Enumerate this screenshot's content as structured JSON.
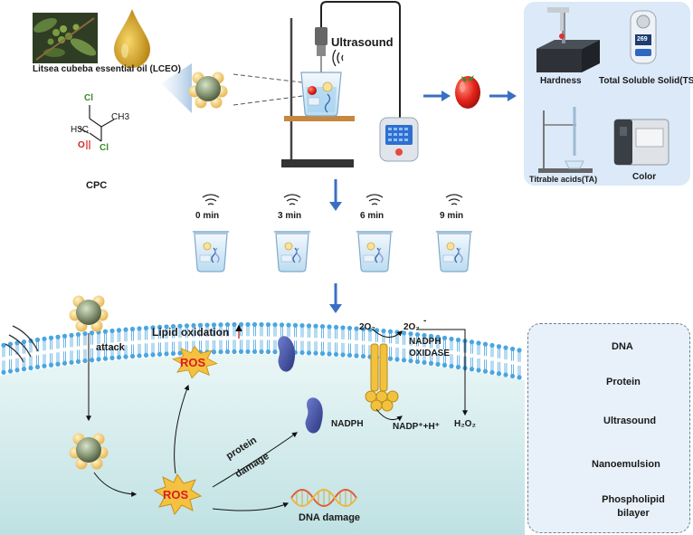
{
  "top_left": {
    "lceo_label": "Litsea cubeba essential oil (LCEO)",
    "cpc_label": "CPC",
    "cpc_atoms": {
      "cl_top": "Cl",
      "h3c_top": "H3C",
      "ch3": "CH3",
      "o": "O",
      "cl_bottom": "Cl"
    }
  },
  "center_top": {
    "ultrasound_label": "Ultrasound"
  },
  "evaluation_panel": {
    "hardness": "Hardness",
    "tss": "Total Soluble Solid(TSS)",
    "ta": "Titrable acids(TA)",
    "color": "Color",
    "meter_reading": "269"
  },
  "timepoints": [
    "0 min",
    "3 min",
    "6 min",
    "9 min"
  ],
  "membrane": {
    "attack": "attack",
    "lipid_oxidation": "Lipid oxidation",
    "ros_top": "ROS",
    "ros_bottom": "ROS",
    "protein_damage_1": "protein",
    "protein_damage_2": "damage",
    "dna_damage": "DNA damage",
    "o2_in": "2O₂",
    "o2_out": "2O₂",
    "o2_charge": "-",
    "nadph_oxidase_1": "NADPH",
    "nadph_oxidase_2": "OXIDASE",
    "nadph": "NADPH",
    "nadp": "NADP⁺+H⁺",
    "h2o2": "H₂O₂"
  },
  "legend": {
    "items": [
      "DNA",
      "Protein",
      "Ultrasound",
      "Nanoemulsion",
      "Phospholipid bilayer"
    ],
    "phospholipid_1": "Phospholipid",
    "phospholipid_2": "bilayer"
  },
  "colors": {
    "arrow_blue": "#3a6fc4",
    "ros_fill": "#f4c141",
    "ros_text": "#d81e1e",
    "protein": "#3d4fa0",
    "cytoplasm": "#cfe9ea",
    "membrane_head": "#4aa6e0"
  }
}
